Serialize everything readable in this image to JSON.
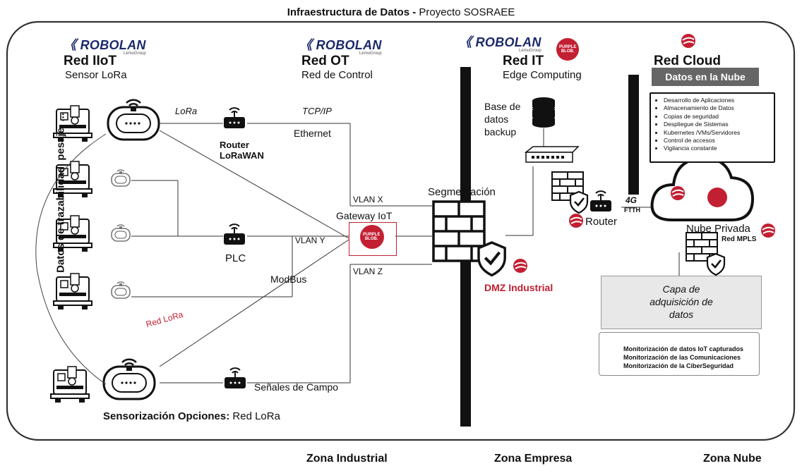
{
  "header": {
    "title_bold": "Infraestructura de Datos - ",
    "title_rest": "Proyecto SOSRAEE"
  },
  "brand": {
    "name": "ROBOLAN",
    "sub": "LemuGroup",
    "purple_line1": "PURPLE",
    "purple_line2": "BLOB."
  },
  "networks": {
    "iiot": {
      "title": "Red IIoT",
      "sub": "Sensor LoRa"
    },
    "ot": {
      "title": "Red OT",
      "sub": "Red de Control"
    },
    "it": {
      "title": "Red IT",
      "sub": "Edge Computing"
    },
    "cloud": {
      "title": "Red Cloud",
      "band": "Datos en la Nube"
    }
  },
  "side_label": "Datos de trazabilidad, pesaje, ...",
  "links": {
    "lora": "LoRa",
    "tcpip": "TCP/IP",
    "ethernet": "Ethernet",
    "router_lorawan_1": "Router",
    "router_lorawan_2": "LoRaWAN",
    "vlan_x": "VLAN X",
    "vlan_y": "VLAN Y",
    "vlan_z": "VLAN Z",
    "plc": "PLC",
    "modbus": "ModBus",
    "red_lora": "Red LoRa",
    "senales": "Señales de Campo",
    "gateway": "Gateway IoT",
    "segmentacion": "Segmentación",
    "dmz": "DMZ Industrial",
    "backup_1": "Base de",
    "backup_2": "datos",
    "backup_3": "backup",
    "router": "Router",
    "g4": "4G",
    "ftth": "FTTH",
    "nube_privada": "Nube Privada",
    "red_mpls": "Red MPLS"
  },
  "cloud_services": [
    "Desarrollo de Aplicaciones",
    "Almacenamiento de Datos",
    "Copias de seguridad",
    "Despliegue de Sistemas",
    "Kubernetes /VMs/Servidores",
    "Control de accesos",
    "Vigilancia constante"
  ],
  "capa": {
    "l1": "Capa de",
    "l2": "adquisición de",
    "l3": "datos"
  },
  "monitor": [
    "Monitorización de datos IoT capturados",
    "Monitorización de las Comunicaciones",
    "Monitorización de la CiberSeguridad"
  ],
  "footer": {
    "sensor_bold": "Sensorización Opciones: ",
    "sensor_rest": "Red LoRa"
  },
  "zones": [
    "Zona Industrial",
    "Zona Empresa",
    "Zona Nube"
  ],
  "colors": {
    "accent_red": "#c21f32",
    "brand_blue": "#1b2a6b",
    "band_grey": "#666666"
  }
}
